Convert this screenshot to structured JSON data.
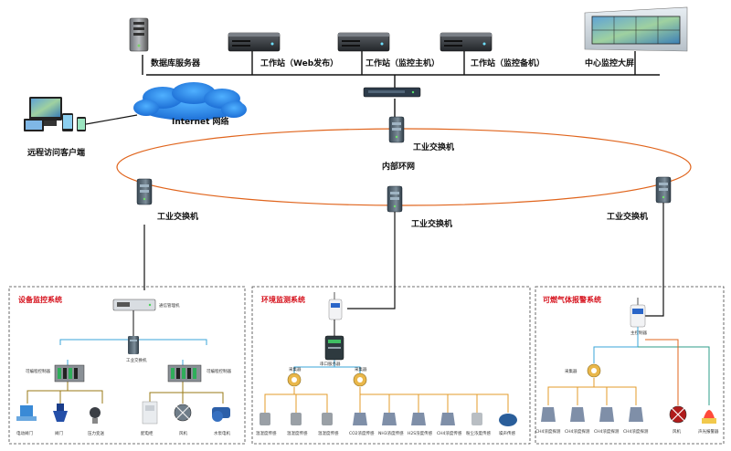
{
  "top": {
    "db_server": "数据库服务器",
    "ws_web": "工作站（Web发布）",
    "ws_master": "工作站（监控主机）",
    "ws_backup": "工作站（监控备机）",
    "big_screen": "中心监控大屏"
  },
  "internet": {
    "cloud_label": "Internet 网络",
    "client_label": "远程访问客户端"
  },
  "ring": {
    "label": "内部环网",
    "switch_top": "工业交换机",
    "switch_left": "工业交换机",
    "switch_mid": "工业交换机",
    "switch_right": "工业交换机"
  },
  "sections": {
    "equipment": {
      "title": "设备监控系统",
      "gateway": "通信管理机",
      "switch": "工业交换机",
      "plc_left": "可编程控制器",
      "plc_right": "可编程控制器",
      "devices": [
        "电动阀门",
        "阀门",
        "压力变送",
        "配电柜",
        "风机",
        "水泵电机"
      ]
    },
    "environment": {
      "title": "环境监测系统",
      "converter": "串口服务器",
      "node_left": "采集器",
      "node_right": "采集器",
      "sensors": [
        "温湿度传感",
        "温湿度传感",
        "温湿度传感",
        "CO2浓度传感",
        "NH3浓度传感",
        "H2S浓度传感",
        "CH4浓度传感",
        "粉尘浓度传感",
        "噪声传感"
      ]
    },
    "gas": {
      "title": "可燃气体报警系统",
      "controller": "主控制器",
      "node": "采集器",
      "detectors": [
        "CH4浓度探测",
        "CH4浓度探测",
        "CH4浓度探测",
        "CH4浓度探测",
        "风机",
        "声光报警器"
      ]
    }
  }
}
